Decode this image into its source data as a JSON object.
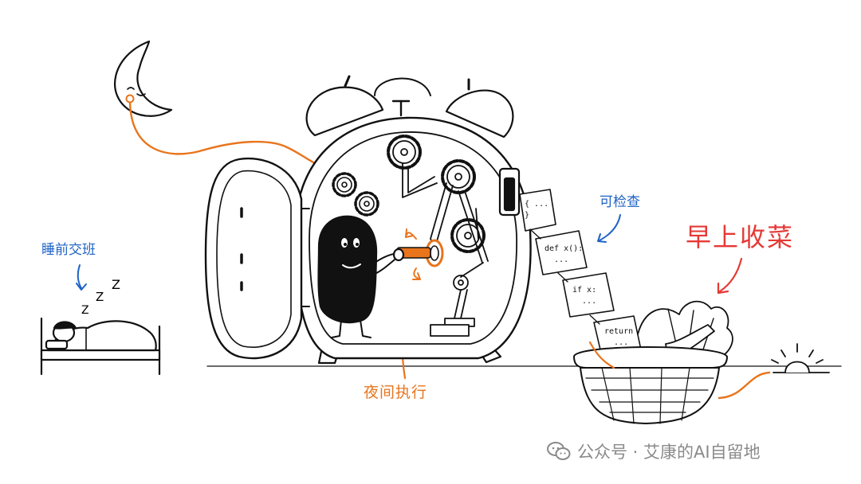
{
  "labels": {
    "moon_label": "",
    "sleep_handoff": "睡前交班",
    "night_run": "夜间执行",
    "inspectable": "可检查",
    "morning_harvest": "早上收菜"
  },
  "sleep_z": [
    "Z",
    "Z",
    "Z"
  ],
  "code_notes": [
    "{ ...\n}",
    "def x():\n  ...",
    "if x:\n  ...",
    "return\n  ..."
  ],
  "watermark": {
    "text": "公众号 · 艾康的AI自留地",
    "icon": "wechat-icon"
  },
  "colors": {
    "ink": "#111111",
    "blue": "#1f63c6",
    "orange": "#e8741c",
    "red": "#e53935",
    "watermark": "#8a8a8a"
  }
}
